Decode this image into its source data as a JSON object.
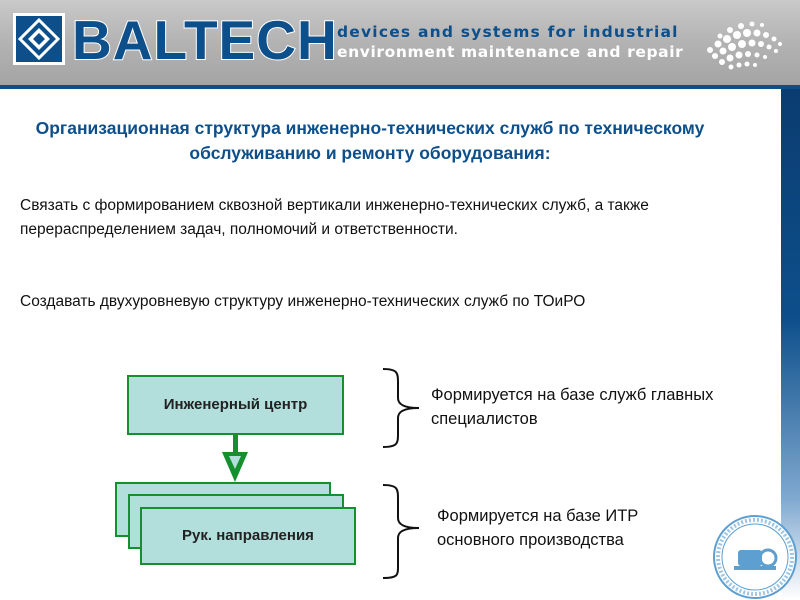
{
  "header": {
    "logo_text": "BALTECH",
    "tagline_line1": "devices and systems for industrial",
    "tagline_line2": "environment maintenance and repair",
    "brand_color": "#0d4f8b"
  },
  "slide": {
    "title": "Организационная структура инженерно-технических служб по техническому обслуживанию и ремонту оборудования:",
    "paragraph1": "Связать с формированием сквозной вертикали инженерно-технических служб, а также перераспределением задач, полномочий и ответственности.",
    "paragraph2": "Создавать двухуровневую структуру инженерно-технических служб по ТОиРО"
  },
  "diagram": {
    "top_box": "Инженерный центр",
    "bottom_box": "Рук. направления",
    "note_top": "Формируется на базе служб главных специалистов",
    "note_bottom": "Формируется на базе ИТР основного производства",
    "box_fill": "#b2dedc",
    "box_border": "#168f2f"
  }
}
